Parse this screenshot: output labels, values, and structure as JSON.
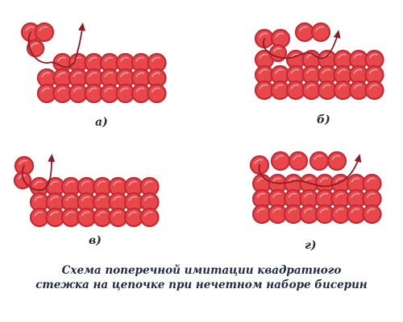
{
  "colors": {
    "bead_fill": "#e8484c",
    "bead_stroke": "#c22a32",
    "bead_highlight": "#f7b3b3",
    "thread": "#8c1c24"
  },
  "panels": [
    {
      "label": "а)"
    },
    {
      "label": "б)"
    },
    {
      "label": "в)"
    },
    {
      "label": "г)"
    }
  ],
  "caption": {
    "line1": "Схема поперечной имитации квадратного",
    "line2": "стежка на цепочке при нечетном наборе бисерин"
  }
}
